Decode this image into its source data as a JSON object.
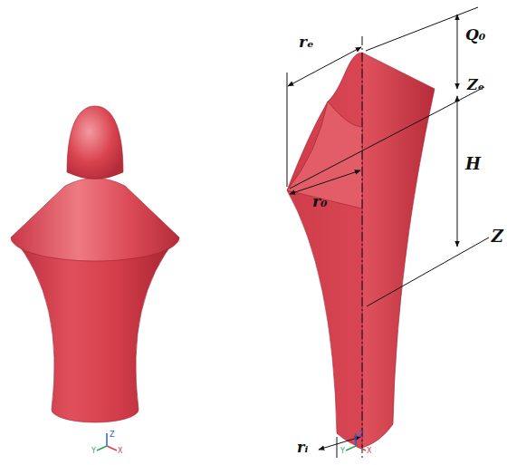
{
  "diagram": {
    "labels": [
      "rₑ",
      "Q₀",
      "Zₑ",
      "H",
      "r₀",
      "Z",
      "rᵢ",
      "Y",
      "Z",
      "X",
      "Y",
      "Z",
      "X"
    ]
  }
}
